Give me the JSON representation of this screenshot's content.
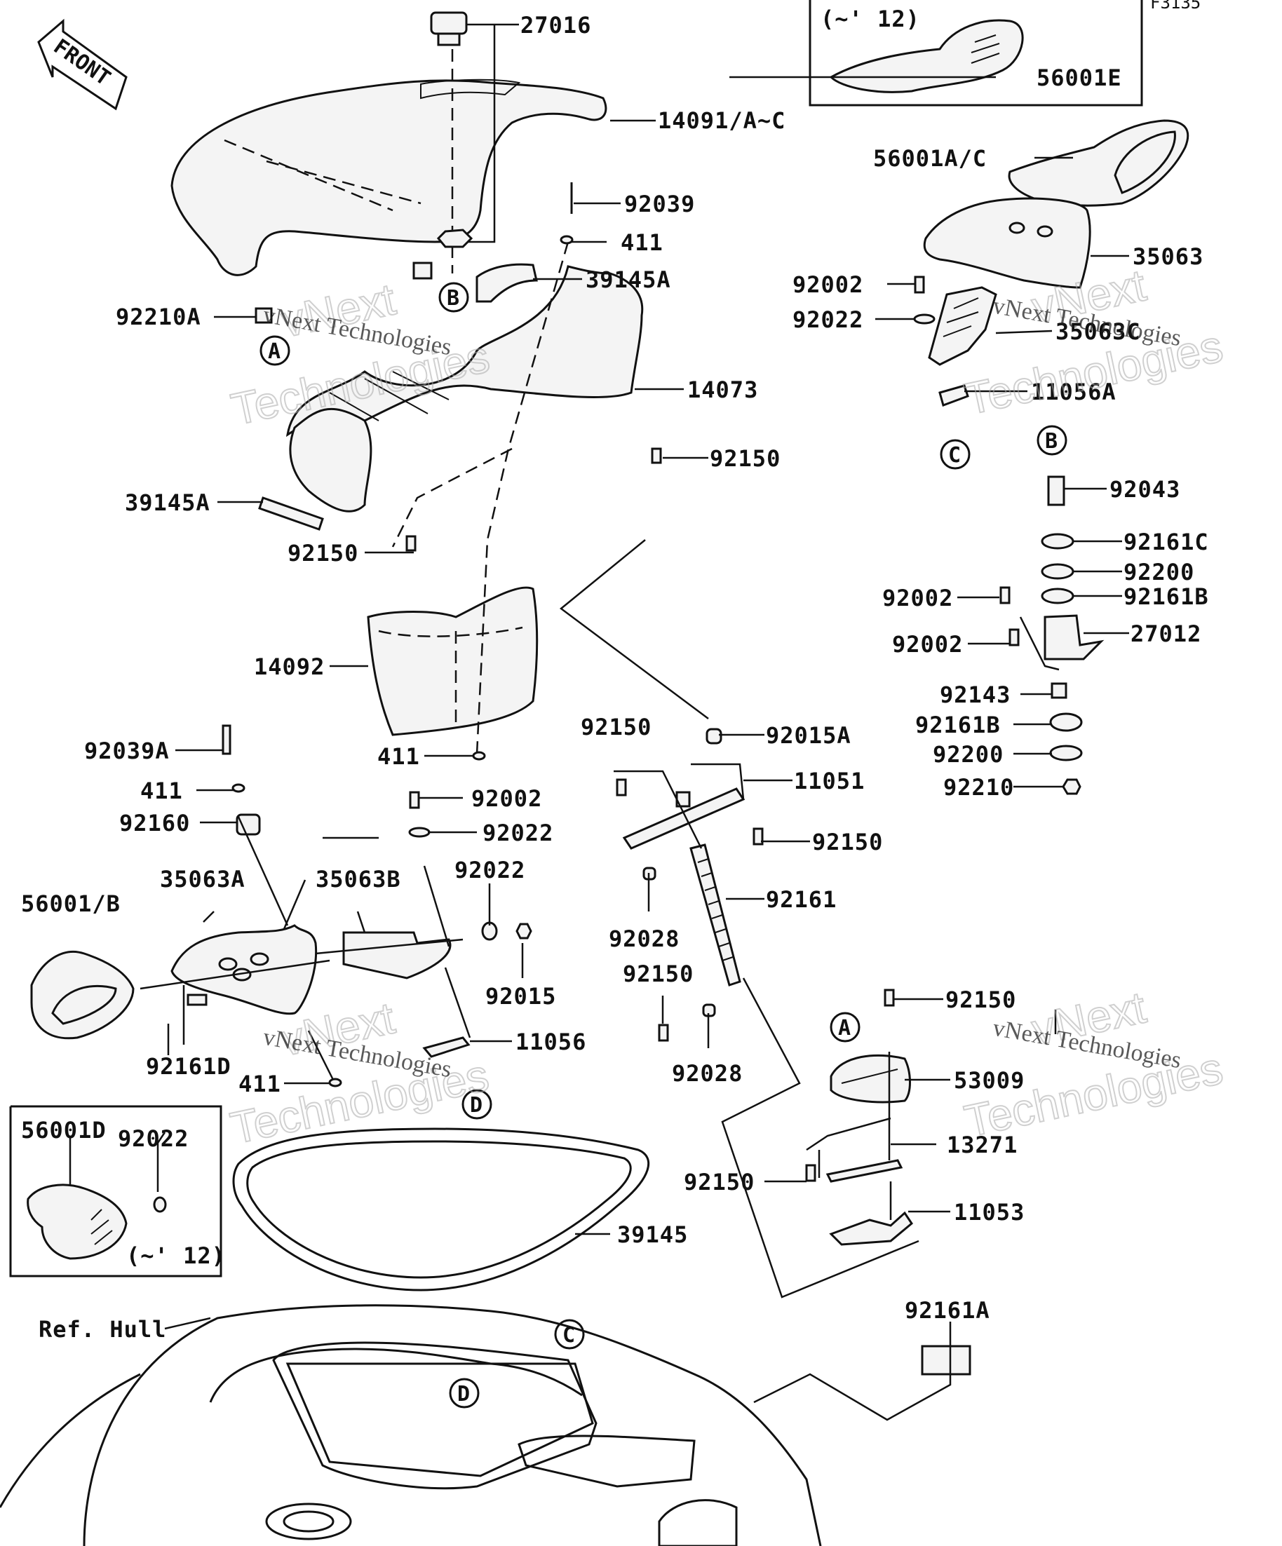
{
  "figure_code": "F3135",
  "front_label": "FRONT",
  "ref_label": "Ref. Hull",
  "year_note": "(~' 12)",
  "watermark": {
    "line1": "vNext Technologies",
    "line2a": "vNext",
    "line2b": "Technologies"
  },
  "callouts": [
    "A",
    "B",
    "C",
    "D"
  ],
  "parts": [
    "27016",
    "14091/A~C",
    "92039",
    "411",
    "39145A",
    "92210A",
    "14073",
    "92150",
    "39145A",
    "92150",
    "14092",
    "411",
    "92039A",
    "411",
    "92160",
    "35063A",
    "56001/B",
    "35063B",
    "92002",
    "92022",
    "92022",
    "92015",
    "11056",
    "92161D",
    "411",
    "56001D",
    "92022",
    "39145",
    "56001E",
    "56001A/C",
    "35063",
    "92002",
    "92022",
    "35063C",
    "11056A",
    "92043",
    "92161C",
    "92200",
    "92161B",
    "92002",
    "27012",
    "92002",
    "92143",
    "92161B",
    "92200",
    "92210",
    "92150",
    "92015A",
    "11051",
    "92150",
    "92161",
    "92028",
    "92150",
    "92028",
    "92150",
    "53009",
    "13271",
    "92150",
    "11053",
    "92161A"
  ]
}
